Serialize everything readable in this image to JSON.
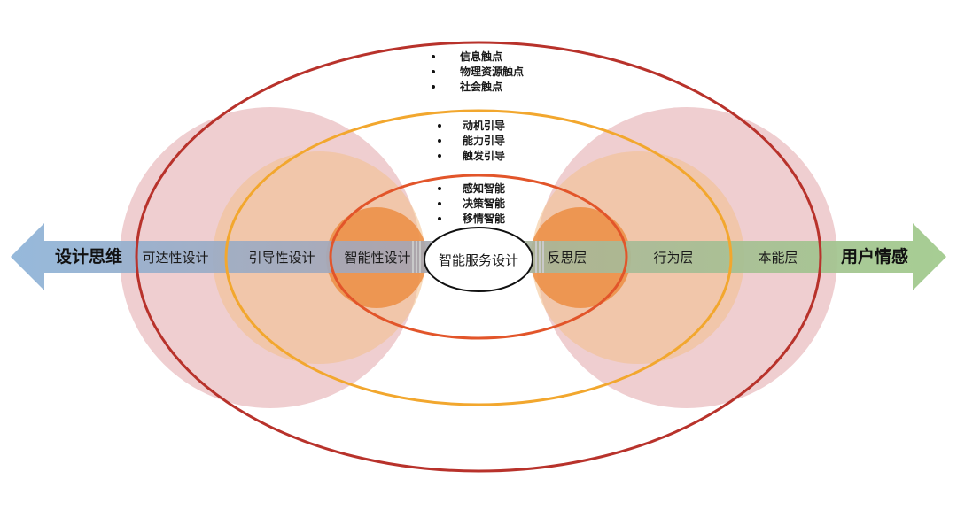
{
  "diagram": {
    "left_arrow_label": "设计思维",
    "right_arrow_label": "用户情感",
    "center_label": "智能服务设计",
    "left_levels": [
      "可达性设计",
      "引导性设计",
      "智能性设计"
    ],
    "right_levels": [
      "反思层",
      "行为层",
      "本能层"
    ],
    "outer_bullets": [
      "信息触点",
      "物理资源触点",
      "社会触点"
    ],
    "middle_bullets": [
      "动机引导",
      "能力引导",
      "触发引导"
    ],
    "inner_bullets": [
      "感知智能",
      "决策智能",
      "移情智能"
    ],
    "colors": {
      "left_arrow": "#8db3d8",
      "right_arrow": "#9fc98a",
      "outer_ring": "#b8322b",
      "middle_ring": "#f2a72e",
      "inner_ring": "#e2552a",
      "pink_circle": "#d88b8e",
      "peach_circle": "#f2c08a",
      "orange_circle": "#ec8a3c"
    }
  }
}
